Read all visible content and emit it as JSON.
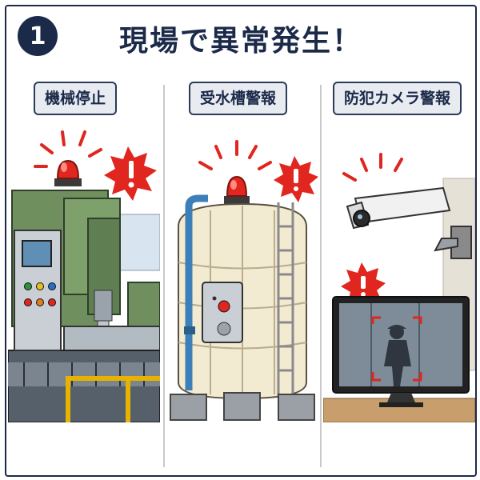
{
  "header": {
    "step_number": "1",
    "title": "現場で異常発生！"
  },
  "panels": [
    {
      "label": "機械停止",
      "scene": "machine"
    },
    {
      "label": "受水槽警報",
      "scene": "water-tank"
    },
    {
      "label": "防犯カメラ警報",
      "scene": "security-camera"
    }
  ],
  "colors": {
    "navy": "#1c2a4a",
    "alert_red": "#e0261e",
    "machine_green": "#6f8f5e",
    "tank_cream": "#f3ead2",
    "pipe_blue": "#3d7fb8"
  },
  "icons": [
    "exclamation-burst-icon",
    "red-beacon-icon",
    "camera-icon",
    "monitor-icon"
  ]
}
